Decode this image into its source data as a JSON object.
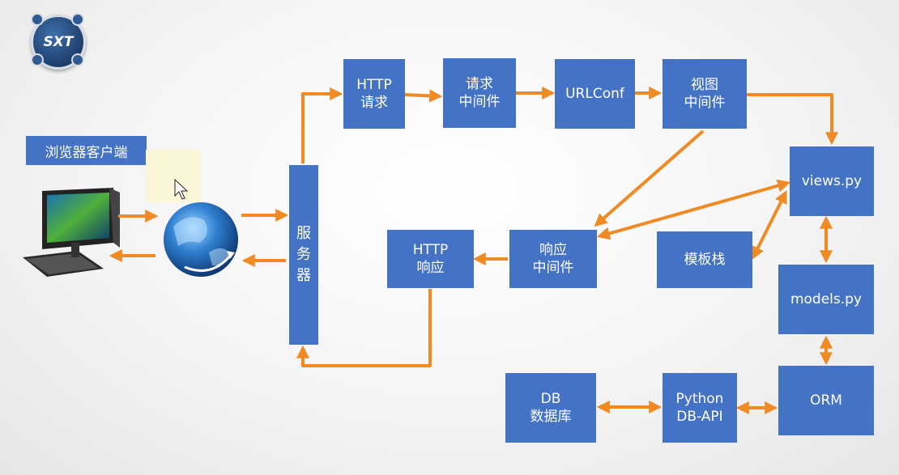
{
  "logo": {
    "text": "SXT"
  },
  "client_label": "浏览器客户端",
  "icons": {
    "computer": "desktop-computer-icon",
    "internet": "globe-icon",
    "cursor": "mouse-pointer-icon"
  },
  "boxes": {
    "server": [
      "服",
      "务",
      "器"
    ],
    "http_request": [
      "HTTP",
      "请求"
    ],
    "request_middleware": [
      "请求",
      "中间件"
    ],
    "urlconf": [
      "URLConf"
    ],
    "view_middleware": [
      "视图",
      "中间件"
    ],
    "views": [
      "views.py"
    ],
    "response_middleware": [
      "响应",
      "中间件"
    ],
    "http_response": [
      "HTTP",
      "响应"
    ],
    "template": [
      "模板栈"
    ],
    "models": [
      "models.py"
    ],
    "orm": [
      "ORM"
    ],
    "python_dbapi": [
      "Python",
      "DB-API"
    ],
    "db": [
      "DB",
      "数据库"
    ]
  },
  "colors": {
    "box": "#4472c4",
    "arrow": "#f08a24",
    "text": "#ffffff"
  }
}
